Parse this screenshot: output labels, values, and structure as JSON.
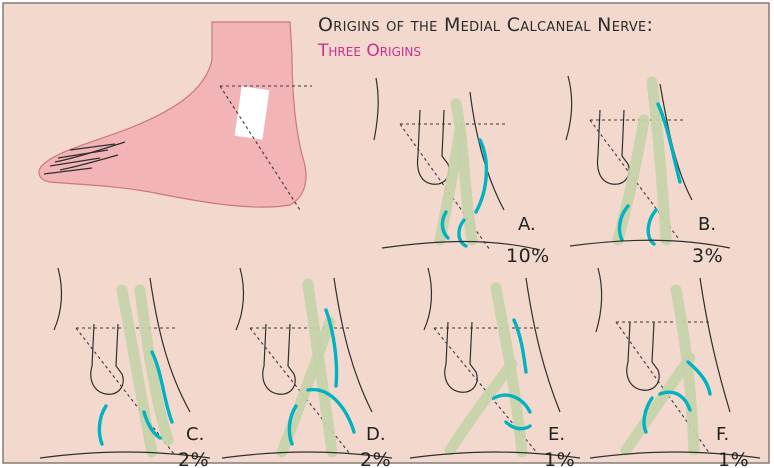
{
  "title": "Origins of the Medial Calcaneal Nerve:",
  "subtitle": "Three Origins",
  "colors": {
    "background": "#f3d9cd",
    "foot": "#f2b4b6",
    "main_nerve": "#c6d3a9",
    "calcaneal_branch": "#00b2c2",
    "subtitle": "#cc2f92"
  },
  "panels": [
    {
      "label": "A.",
      "percent": "10%"
    },
    {
      "label": "B.",
      "percent": "3%"
    },
    {
      "label": "C.",
      "percent": "2%"
    },
    {
      "label": "D.",
      "percent": "2%"
    },
    {
      "label": "E.",
      "percent": "1%"
    },
    {
      "label": "F.",
      "percent": "1%"
    }
  ]
}
